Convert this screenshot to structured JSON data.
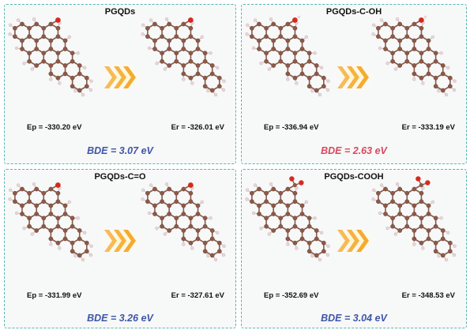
{
  "panels": [
    {
      "title": "PGQDs",
      "ep": "Ep = -330.20 eV",
      "er": "Er = -326.01 eV",
      "bde": "BDE = 3.07 eV",
      "bde_color": "#3e55a8",
      "group": "O"
    },
    {
      "title": "PGQDs-C-OH",
      "ep": "Ep = -336.94 eV",
      "er": "Er = -333.19 eV",
      "bde": "BDE = 2.63 eV",
      "bde_color": "#d9485c",
      "group": "OH"
    },
    {
      "title": "PGQDs-C=O",
      "ep": "Ep = -331.99 eV",
      "er": "Er = -327.61 eV",
      "bde": "BDE = 3.26 eV",
      "bde_color": "#3e55a8",
      "group": "CO"
    },
    {
      "title": "PGQDs-COOH",
      "ep": "Ep = -352.69 eV",
      "er": "Er = -348.53 eV",
      "bde": "BDE = 3.04 eV",
      "bde_color": "#3e55a8",
      "group": "COOH"
    }
  ],
  "colors": {
    "border": "#56b7b1",
    "carbon": "#8b5a4a",
    "hydrogen": "#ead7db",
    "oxygen": "#d62a20",
    "arrow": "#f5a623"
  }
}
